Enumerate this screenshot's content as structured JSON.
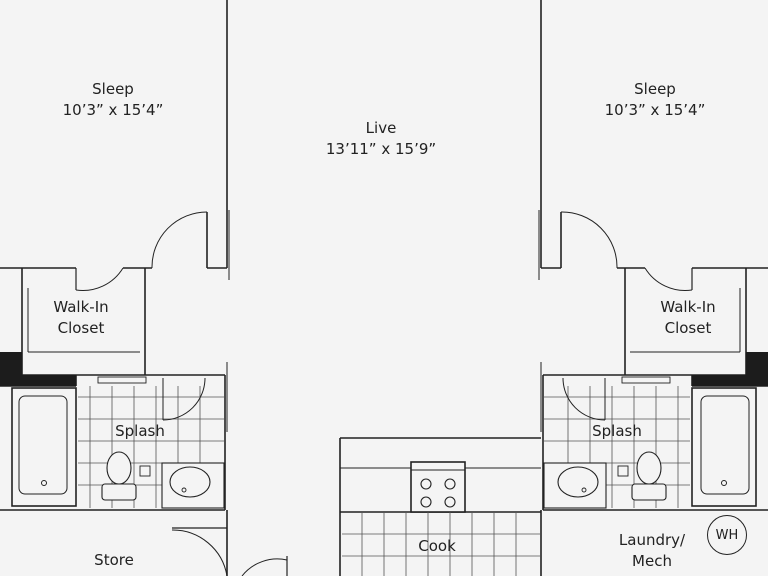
{
  "rooms": {
    "sleep_left": {
      "name": "Sleep",
      "dims": "10’3” x 15’4”"
    },
    "sleep_right": {
      "name": "Sleep",
      "dims": "10’3” x 15’4”"
    },
    "live": {
      "name": "Live",
      "dims": "13’11” x 15’9”"
    },
    "closet_left": {
      "line1": "Walk-In",
      "line2": "Closet"
    },
    "closet_right": {
      "line1": "Walk-In",
      "line2": "Closet"
    },
    "splash_left": "Splash",
    "splash_right": "Splash",
    "store": "Store",
    "cook": "Cook",
    "laundry": {
      "line1": "Laundry/",
      "line2": "Mech"
    },
    "water_heater": "WH"
  },
  "colors": {
    "wall": "#222222",
    "floor": "#f4f4f4",
    "solid_wall": "#1c1c1c"
  }
}
